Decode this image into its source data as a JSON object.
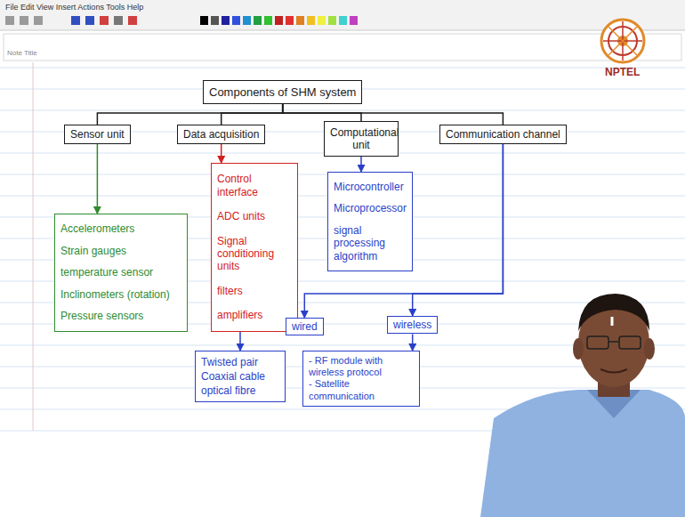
{
  "diagram": {
    "nodes": [
      {
        "text": [
          "Components of SHM system"
        ]
      },
      {
        "text": [
          "Sensor unit"
        ]
      },
      {
        "text": [
          "Data acquisition"
        ]
      },
      {
        "text": [
          "Computational unit"
        ]
      },
      {
        "text": [
          "Communication channel"
        ]
      },
      {
        "text": [
          "Accelerometers",
          "Strain gauges",
          "temperature sensor",
          "Inclinometers (rotation)",
          "Pressure sensors"
        ]
      },
      {
        "text": [
          "Control interface",
          "ADC units",
          "Signal conditioning units",
          "filters",
          "amplifiers"
        ]
      },
      {
        "text": [
          "Microcontroller",
          "Microprocessor",
          "signal processing algorithm"
        ]
      },
      {
        "text": [
          "wired"
        ]
      },
      {
        "text": [
          "wireless"
        ]
      },
      {
        "text": [
          "Twisted pair",
          "Coaxial cable",
          "optical fibre"
        ]
      },
      {
        "text": [
          "- RF module with wireless protocol",
          "- Satellite communication"
        ]
      }
    ],
    "edges": [
      {
        "from": 0,
        "to": 1,
        "arrow": "none"
      },
      {
        "from": 0,
        "to": 2,
        "arrow": "none"
      },
      {
        "from": 0,
        "to": 3,
        "arrow": "none"
      },
      {
        "from": 0,
        "to": 4,
        "arrow": "none"
      },
      {
        "from": 1,
        "to": 5,
        "arrow": "to"
      },
      {
        "from": 2,
        "to": 6,
        "arrow": "to"
      },
      {
        "from": 3,
        "to": 7,
        "arrow": "to"
      },
      {
        "from": 4,
        "to": 8,
        "arrow": "to"
      },
      {
        "from": 4,
        "to": 9,
        "arrow": "to"
      },
      {
        "from": 8,
        "to": 10,
        "arrow": "to"
      },
      {
        "from": 9,
        "to": 11,
        "arrow": "to"
      }
    ],
    "labels": [
      "File  Edit  View  Insert  Actions  Tools  Help",
      "Note Title",
      "NPTEL"
    ]
  }
}
